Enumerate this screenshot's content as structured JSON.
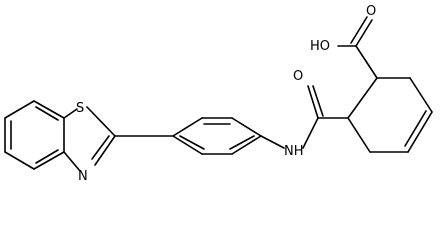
{
  "molecule": {
    "atoms": {
      "hydroxyl": "HO",
      "carboxyl_oxygen": "O",
      "amide_oxygen": "O",
      "amide_nitrogen": "NH",
      "ring_sulfur": "S",
      "ring_nitrogen": "N"
    }
  },
  "colors": {
    "bond": "#000000",
    "label": "#000000",
    "background": "#ffffff"
  }
}
